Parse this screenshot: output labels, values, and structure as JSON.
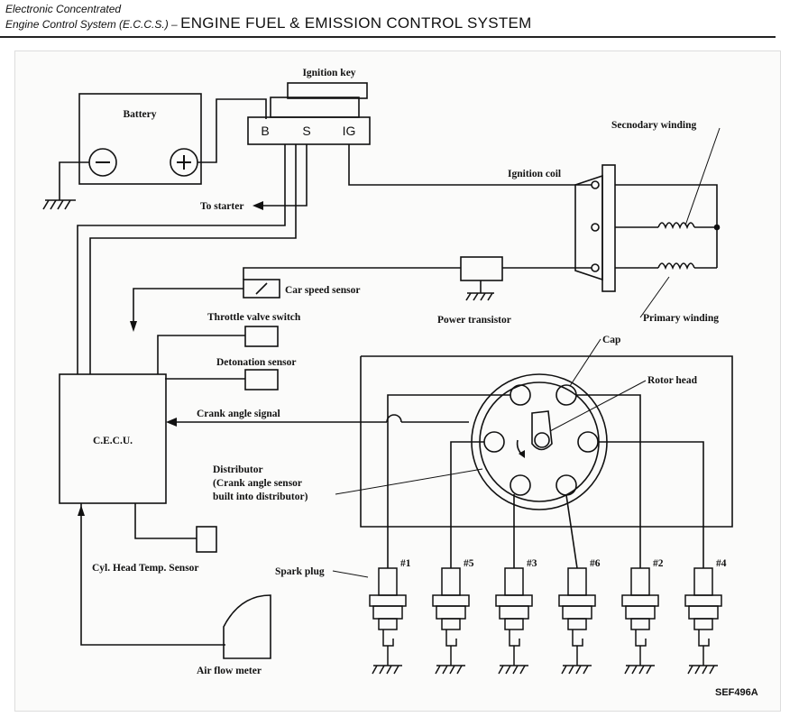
{
  "header": {
    "line1": "Electronic Concentrated",
    "line2_prefix": "Engine Control System (E.C.C.S.) – ",
    "line2_title": "ENGINE FUEL & EMISSION CONTROL SYSTEM"
  },
  "diagram": {
    "battery": "Battery",
    "battery_minus": "−",
    "battery_plus": "+",
    "ignition_key": "Ignition key",
    "key_b": "B",
    "key_s": "S",
    "key_ig": "IG",
    "to_starter": "To starter",
    "ignition_coil": "Ignition coil",
    "secondary_winding": "Secnodary winding",
    "primary_winding": "Primary winding",
    "power_transistor": "Power transistor",
    "car_speed_sensor": "Car speed sensor",
    "throttle_valve_switch": "Throttle valve switch",
    "detonation_sensor": "Detonation sensor",
    "crank_angle_signal": "Crank angle signal",
    "cecu": "C.E.C.U.",
    "cap": "Cap",
    "rotor_head": "Rotor head",
    "distributor_l1": "Distributor",
    "distributor_l2": "(Crank angle sensor",
    "distributor_l3": "built into distributor)",
    "cyl_head_sensor": "Cyl. Head Temp. Sensor",
    "air_flow_meter": "Air flow meter",
    "spark_plug": "Spark plug",
    "plugs": [
      "#1",
      "#5",
      "#3",
      "#6",
      "#2",
      "#4"
    ],
    "figure_code": "SEF496A"
  }
}
